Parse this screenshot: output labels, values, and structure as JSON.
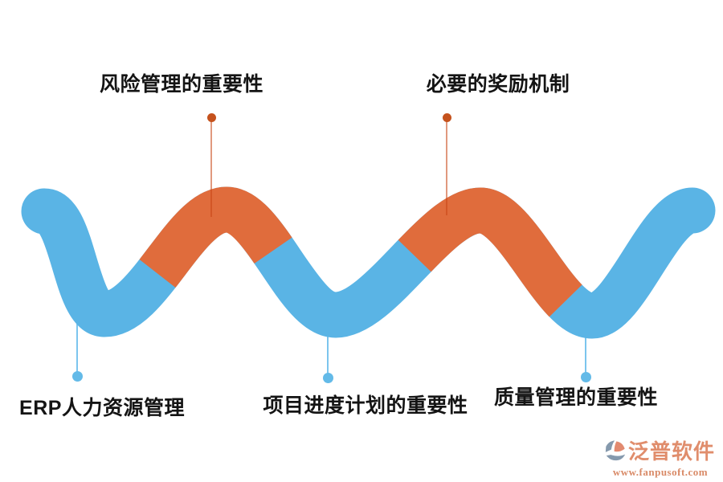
{
  "diagram": {
    "type": "wave-flow",
    "nodes": [
      {
        "label": "ERP人力资源管理",
        "position": "bottom"
      },
      {
        "label": "风险管理的重要性",
        "position": "top"
      },
      {
        "label": "项目进度计划的重要性",
        "position": "bottom"
      },
      {
        "label": "必要的奖励机制",
        "position": "top"
      },
      {
        "label": "质量管理的重要性",
        "position": "bottom"
      }
    ],
    "colors": {
      "wave_blue": "#5ab4e5",
      "wave_orange": "#e06c3c",
      "top_dot": "#c5521d",
      "bottom_dot": "#63bae8",
      "bottom_line": "#7cc5ee",
      "label_text": "#141414"
    }
  },
  "watermark": {
    "brand": "泛普软件",
    "url": "www.fanpusoft.com",
    "brand_color": "#e08d6c",
    "url_color": "#d98a67",
    "icon_gray": "#8599ad",
    "icon_orange": "#e28a70"
  }
}
